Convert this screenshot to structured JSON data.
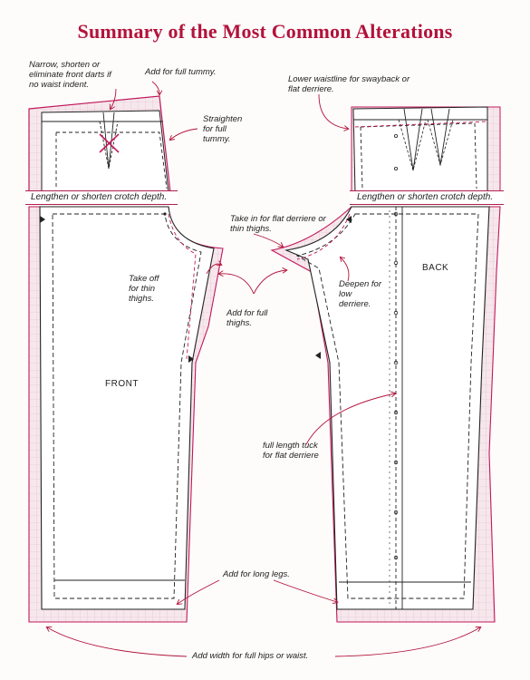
{
  "title": "Summary of the Most Common Alterations",
  "labels": {
    "front": "FRONT",
    "back": "BACK"
  },
  "annotations": {
    "front_darts": "Narrow, shorten or eliminate front darts if no waist indent.",
    "full_tummy": "Add for full tummy.",
    "straighten": "Straighten for full tummy.",
    "swayback": "Lower waistline for swayback or flat derriere.",
    "crotch_front": "Lengthen or shorten crotch depth.",
    "crotch_back": "Lengthen or shorten crotch depth.",
    "flat_derriere": "Take in for flat derriere or thin thighs.",
    "thin_thighs": "Take off for thin thighs.",
    "full_thighs": "Add for full thighs.",
    "low_derriere": "Deepen for low derriere.",
    "tuck": "full length tuck for flat derriere",
    "long_legs": "Add for long legs.",
    "hips_waist": "Add width for full hips or waist."
  },
  "colors": {
    "title": "#b3123a",
    "pink_line": "#c2185b",
    "grid": "#e7c9d3",
    "outline": "#222222"
  }
}
